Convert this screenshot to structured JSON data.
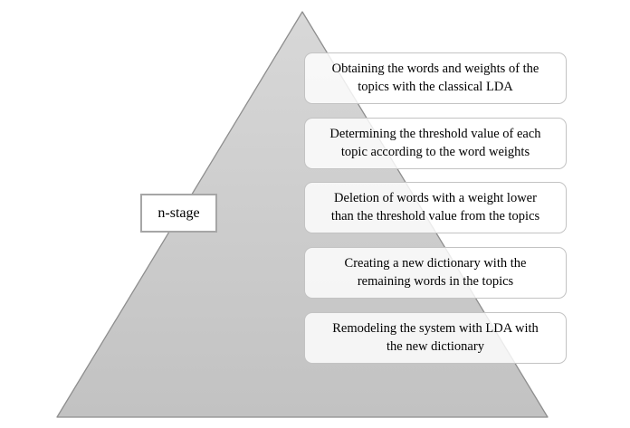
{
  "diagram": {
    "label_box": {
      "text": "n-stage"
    },
    "stages": [
      {
        "lines": [
          "Obtaining the words and weights of the",
          "topics with the classical LDA"
        ]
      },
      {
        "lines": [
          "Determining the threshold value of each",
          "topic according to the word weights"
        ]
      },
      {
        "lines": [
          "Deletion of words with a weight lower",
          "than the threshold value from the topics"
        ]
      },
      {
        "lines": [
          "Creating a new dictionary with the",
          "remaining words in the topics"
        ]
      },
      {
        "lines": [
          "Remodeling the system with LDA with",
          "the new dictionary"
        ]
      }
    ],
    "colors": {
      "triangle_fill_top": "#d8d8d8",
      "triangle_fill_bottom": "#c2c2c2",
      "triangle_stroke": "#8e8e8e",
      "stage_box_border": "#c3c3c3",
      "stage_box_fill": "rgba(255,255,255,0.82)",
      "label_box_border": "#a6a6a6",
      "label_box_fill": "#ffffff",
      "text_color": "#000000"
    }
  }
}
